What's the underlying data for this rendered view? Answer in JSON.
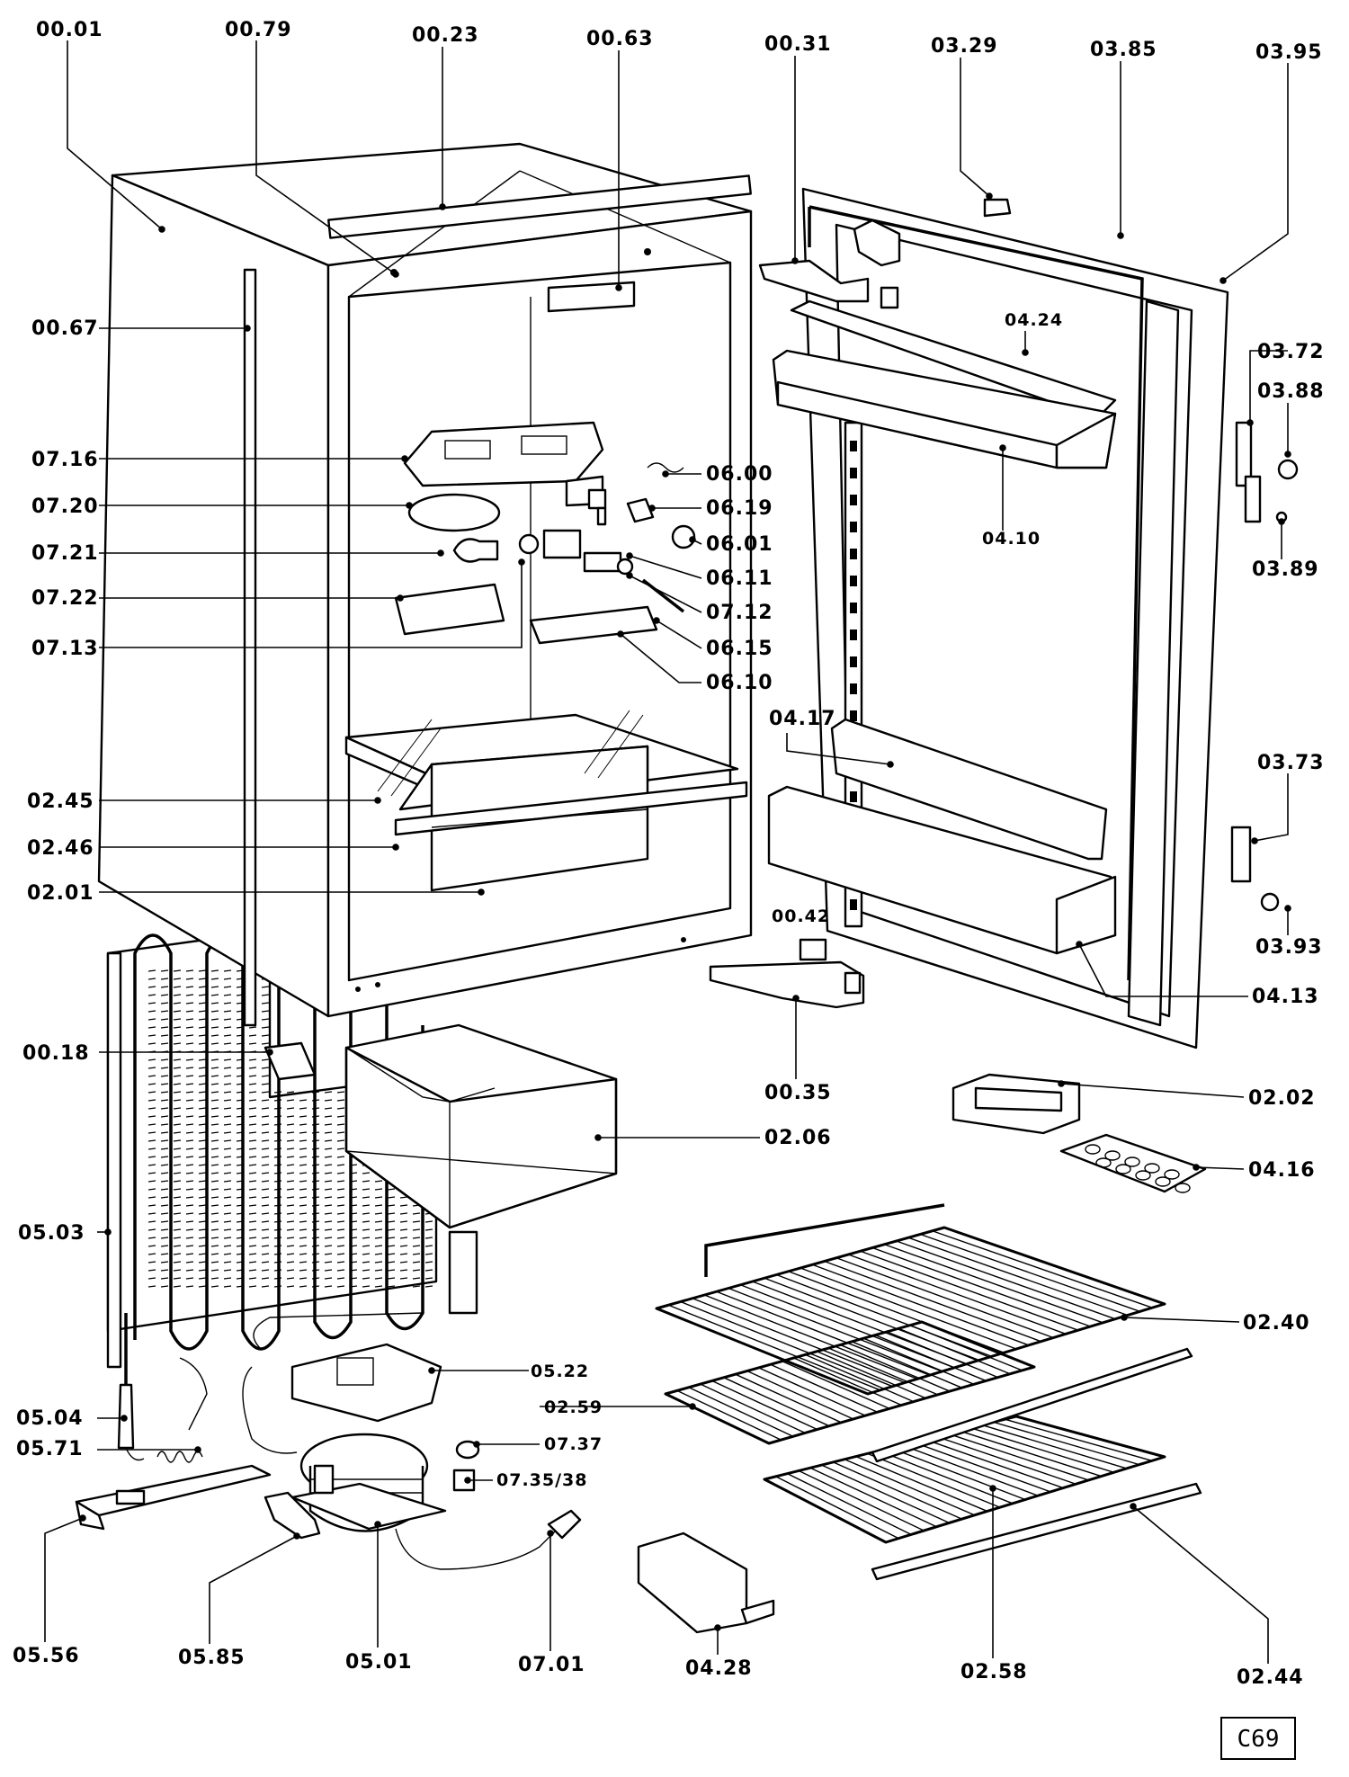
{
  "labels": {
    "p0001": "00.01",
    "p0079": "00.79",
    "p0023": "00.23",
    "p0063": "00.63",
    "p0031": "00.31",
    "p0329": "03.29",
    "p0385": "03.85",
    "p0395": "03.95",
    "p0067": "00.67",
    "p0424": "04.24",
    "p0372": "03.72",
    "p0388": "03.88",
    "p0716": "07.16",
    "p0600": "06.00",
    "p0720": "07.20",
    "p0619": "06.19",
    "p0410": "04.10",
    "p0389": "03.89",
    "p0721": "07.21",
    "p0601": "06.01",
    "p0611": "06.11",
    "p0722": "07.22",
    "p0712": "07.12",
    "p0713": "07.13",
    "p0615": "06.15",
    "p0610": "06.10",
    "p0417": "04.17",
    "p0373": "03.73",
    "p0245": "02.45",
    "p0246": "02.46",
    "p0201": "02.01",
    "p0042": "00.42",
    "p0393": "03.93",
    "p0413": "04.13",
    "p0018": "00.18",
    "p0035": "00.35",
    "p0202": "02.02",
    "p0206": "02.06",
    "p0416": "04.16",
    "p0503": "05.03",
    "p0240": "02.40",
    "p0522": "05.22",
    "p0259": "02.59",
    "p0504": "05.04",
    "p0737": "07.37",
    "p0571": "05.71",
    "p0735": "07.35/38",
    "p0556": "05.56",
    "p0585": "05.85",
    "p0501": "05.01",
    "p0701": "07.01",
    "p0428": "04.28",
    "p0258": "02.58",
    "p0244": "02.44"
  },
  "diagram_code": "C69"
}
